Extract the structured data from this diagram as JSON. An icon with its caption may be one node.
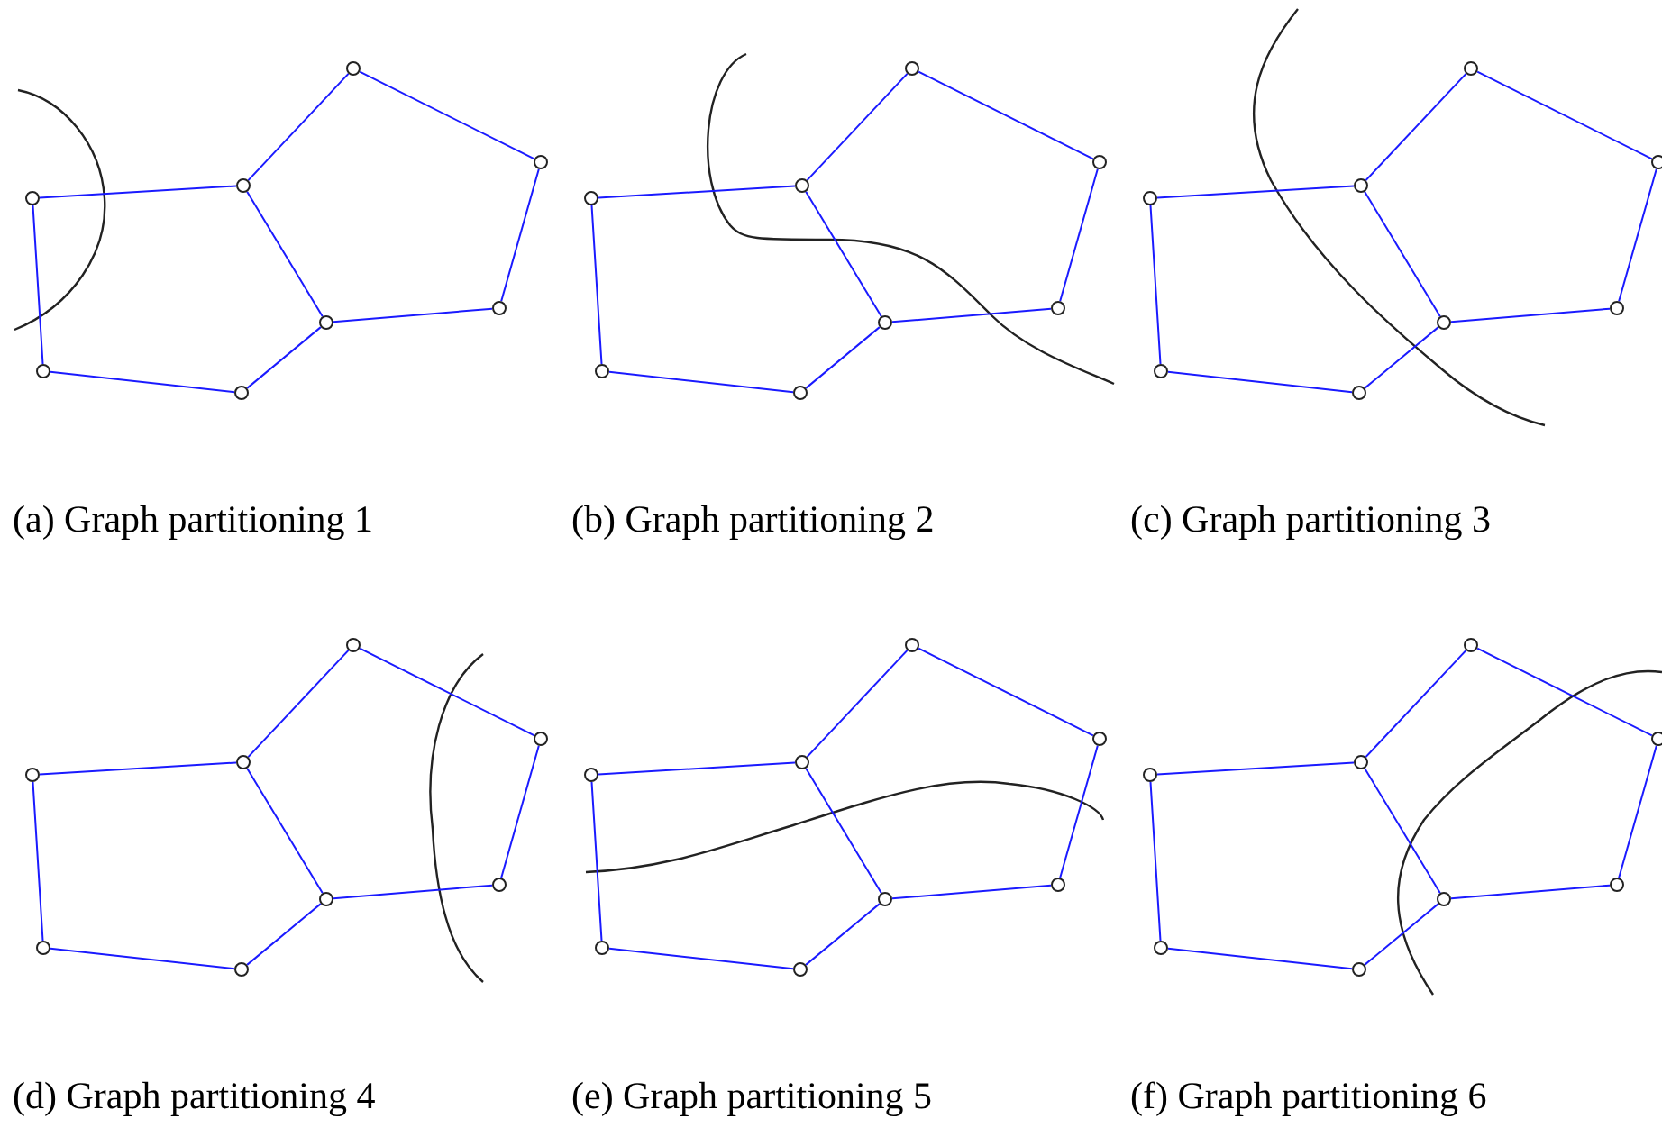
{
  "diagram": {
    "nodes": [
      {
        "text": [],
        "shape": "circle"
      },
      {
        "text": [],
        "shape": "circle"
      },
      {
        "text": [],
        "shape": "circle"
      },
      {
        "text": [],
        "shape": "circle"
      },
      {
        "text": [],
        "shape": "circle"
      },
      {
        "text": [],
        "shape": "circle"
      },
      {
        "text": [],
        "shape": "circle"
      },
      {
        "text": [],
        "shape": "circle"
      },
      {
        "text": [],
        "shape": "circle"
      },
      {
        "text": [],
        "shape": "circle"
      },
      {
        "text": [],
        "shape": "circle"
      },
      {
        "text": [],
        "shape": "circle"
      },
      {
        "text": [],
        "shape": "circle"
      },
      {
        "text": [],
        "shape": "circle"
      },
      {
        "text": [],
        "shape": "circle"
      },
      {
        "text": [],
        "shape": "circle"
      },
      {
        "text": [],
        "shape": "circle"
      },
      {
        "text": [],
        "shape": "circle"
      },
      {
        "text": [],
        "shape": "circle"
      },
      {
        "text": [],
        "shape": "circle"
      },
      {
        "text": [],
        "shape": "circle"
      },
      {
        "text": [],
        "shape": "circle"
      },
      {
        "text": [],
        "shape": "circle"
      },
      {
        "text": [],
        "shape": "circle"
      },
      {
        "text": [],
        "shape": "circle"
      },
      {
        "text": [],
        "shape": "circle"
      },
      {
        "text": [],
        "shape": "circle"
      },
      {
        "text": [],
        "shape": "circle"
      },
      {
        "text": [],
        "shape": "circle"
      },
      {
        "text": [],
        "shape": "circle"
      },
      {
        "text": [],
        "shape": "circle"
      },
      {
        "text": [],
        "shape": "circle"
      },
      {
        "text": [],
        "shape": "circle"
      },
      {
        "text": [],
        "shape": "circle"
      },
      {
        "text": [],
        "shape": "circle"
      },
      {
        "text": [],
        "shape": "circle"
      },
      {
        "text": [],
        "shape": "circle"
      },
      {
        "text": [],
        "shape": "circle"
      },
      {
        "text": [],
        "shape": "circle"
      },
      {
        "text": [],
        "shape": "circle"
      },
      {
        "text": [],
        "shape": "circle"
      },
      {
        "text": [],
        "shape": "circle"
      },
      {
        "text": [],
        "shape": "circle"
      },
      {
        "text": [],
        "shape": "circle"
      },
      {
        "text": [],
        "shape": "circle"
      },
      {
        "text": [],
        "shape": "circle"
      },
      {
        "text": [],
        "shape": "circle"
      },
      {
        "text": [],
        "shape": "circle"
      }
    ],
    "edges": [
      {
        "from": 0,
        "to": 1,
        "arrow": "none"
      },
      {
        "from": 1,
        "to": 2,
        "arrow": "none"
      },
      {
        "from": 2,
        "to": 3,
        "arrow": "none"
      },
      {
        "from": 3,
        "to": 4,
        "arrow": "none"
      },
      {
        "from": 4,
        "to": 5,
        "arrow": "none"
      },
      {
        "from": 5,
        "to": 1,
        "arrow": "none"
      },
      {
        "from": 5,
        "to": 6,
        "arrow": "none"
      },
      {
        "from": 6,
        "to": 7,
        "arrow": "none"
      },
      {
        "from": 7,
        "to": 0,
        "arrow": "none"
      },
      {
        "from": 8,
        "to": 9,
        "arrow": "none"
      },
      {
        "from": 9,
        "to": 10,
        "arrow": "none"
      },
      {
        "from": 10,
        "to": 11,
        "arrow": "none"
      },
      {
        "from": 11,
        "to": 12,
        "arrow": "none"
      },
      {
        "from": 12,
        "to": 13,
        "arrow": "none"
      },
      {
        "from": 13,
        "to": 9,
        "arrow": "none"
      },
      {
        "from": 13,
        "to": 14,
        "arrow": "none"
      },
      {
        "from": 14,
        "to": 15,
        "arrow": "none"
      },
      {
        "from": 15,
        "to": 8,
        "arrow": "none"
      },
      {
        "from": 16,
        "to": 17,
        "arrow": "none"
      },
      {
        "from": 17,
        "to": 18,
        "arrow": "none"
      },
      {
        "from": 18,
        "to": 19,
        "arrow": "none"
      },
      {
        "from": 19,
        "to": 20,
        "arrow": "none"
      },
      {
        "from": 20,
        "to": 21,
        "arrow": "none"
      },
      {
        "from": 21,
        "to": 17,
        "arrow": "none"
      },
      {
        "from": 21,
        "to": 22,
        "arrow": "none"
      },
      {
        "from": 22,
        "to": 23,
        "arrow": "none"
      },
      {
        "from": 23,
        "to": 16,
        "arrow": "none"
      },
      {
        "from": 24,
        "to": 25,
        "arrow": "none"
      },
      {
        "from": 25,
        "to": 26,
        "arrow": "none"
      },
      {
        "from": 26,
        "to": 27,
        "arrow": "none"
      },
      {
        "from": 27,
        "to": 28,
        "arrow": "none"
      },
      {
        "from": 28,
        "to": 29,
        "arrow": "none"
      },
      {
        "from": 29,
        "to": 25,
        "arrow": "none"
      },
      {
        "from": 29,
        "to": 30,
        "arrow": "none"
      },
      {
        "from": 30,
        "to": 31,
        "arrow": "none"
      },
      {
        "from": 31,
        "to": 24,
        "arrow": "none"
      },
      {
        "from": 32,
        "to": 33,
        "arrow": "none"
      },
      {
        "from": 33,
        "to": 34,
        "arrow": "none"
      },
      {
        "from": 34,
        "to": 35,
        "arrow": "none"
      },
      {
        "from": 35,
        "to": 36,
        "arrow": "none"
      },
      {
        "from": 36,
        "to": 37,
        "arrow": "none"
      },
      {
        "from": 37,
        "to": 33,
        "arrow": "none"
      },
      {
        "from": 37,
        "to": 38,
        "arrow": "none"
      },
      {
        "from": 38,
        "to": 39,
        "arrow": "none"
      },
      {
        "from": 39,
        "to": 32,
        "arrow": "none"
      },
      {
        "from": 40,
        "to": 41,
        "arrow": "none"
      },
      {
        "from": 41,
        "to": 42,
        "arrow": "none"
      },
      {
        "from": 42,
        "to": 43,
        "arrow": "none"
      },
      {
        "from": 43,
        "to": 44,
        "arrow": "none"
      },
      {
        "from": 44,
        "to": 45,
        "arrow": "none"
      },
      {
        "from": 45,
        "to": 41,
        "arrow": "none"
      },
      {
        "from": 45,
        "to": 46,
        "arrow": "none"
      },
      {
        "from": 46,
        "to": 47,
        "arrow": "none"
      },
      {
        "from": 47,
        "to": 40,
        "arrow": "none"
      }
    ],
    "labels": [
      "(a) Graph partitioning 1",
      "(b) Graph partitioning 2",
      "(c) Graph partitioning 3",
      "(d) Graph partitioning 4",
      "(e) Graph partitioning 5",
      "(f) Graph partitioning 6"
    ]
  }
}
